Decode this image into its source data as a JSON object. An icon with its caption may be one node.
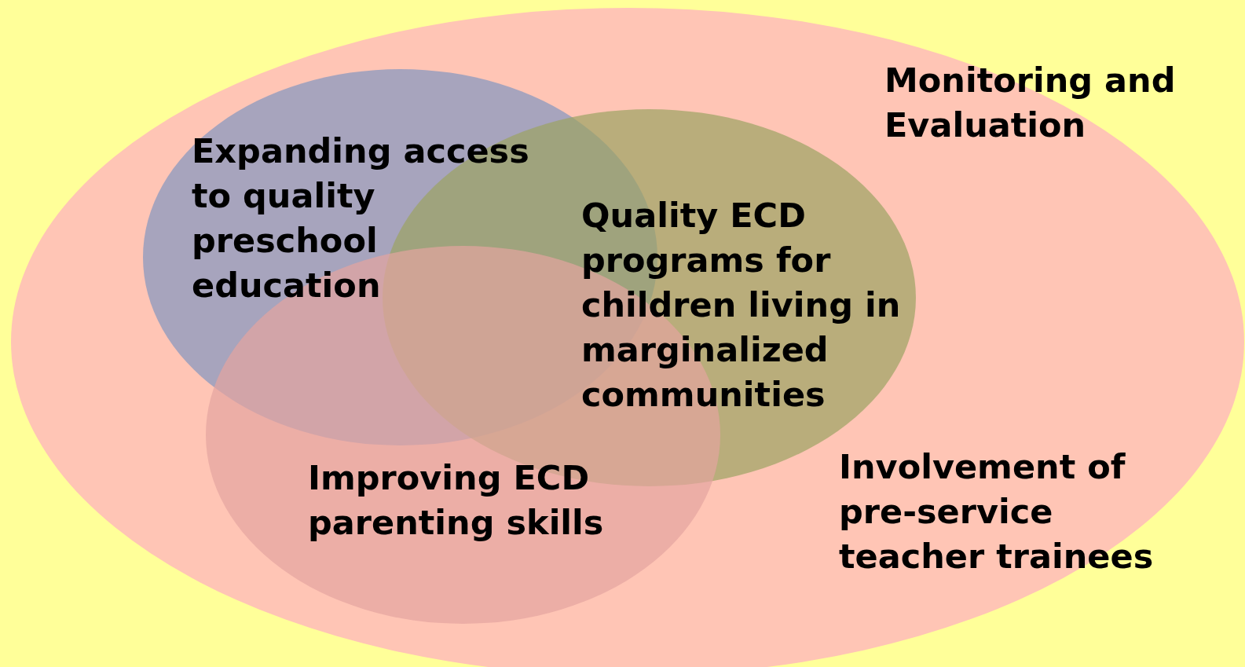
{
  "diagram": {
    "nodes": [
      {
        "text": [
          "Monitoring and Evaluation",
          "Involvement of pre-service teacher trainees"
        ]
      },
      {
        "text": [
          "Expanding access to quality preschool education"
        ],
        "in": 0
      },
      {
        "text": [
          "Quality ECD programs for children living in marginalized communities"
        ],
        "in": 0
      },
      {
        "text": [
          "Improving ECD parenting skills"
        ],
        "in": 0
      }
    ]
  }
}
